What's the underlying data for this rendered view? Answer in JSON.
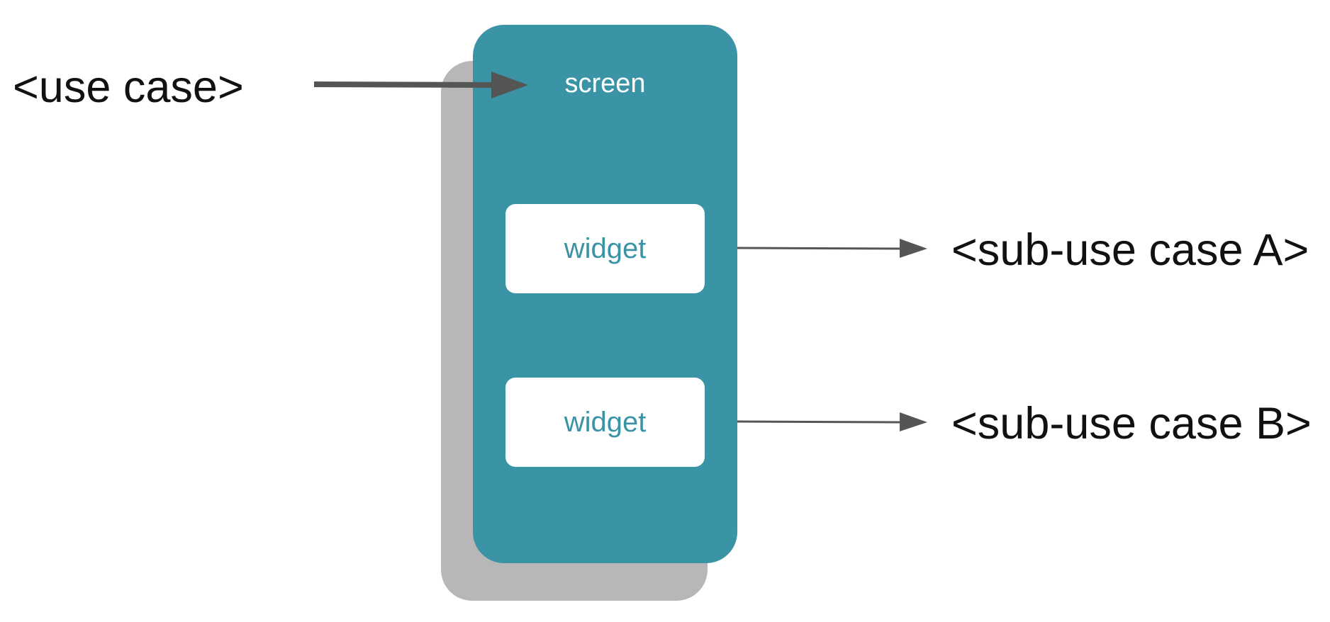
{
  "screen": {
    "label": "screen",
    "color": "#3a94a5",
    "widgets": [
      {
        "label": "widget"
      },
      {
        "label": "widget"
      }
    ]
  },
  "shadow": {
    "color": "#b7b7b7"
  },
  "labels": {
    "use_case": "<use case>",
    "sub_use_case_a": "<sub-use case A>",
    "sub_use_case_b": "<sub-use case B>"
  },
  "arrow_color": "#555555"
}
